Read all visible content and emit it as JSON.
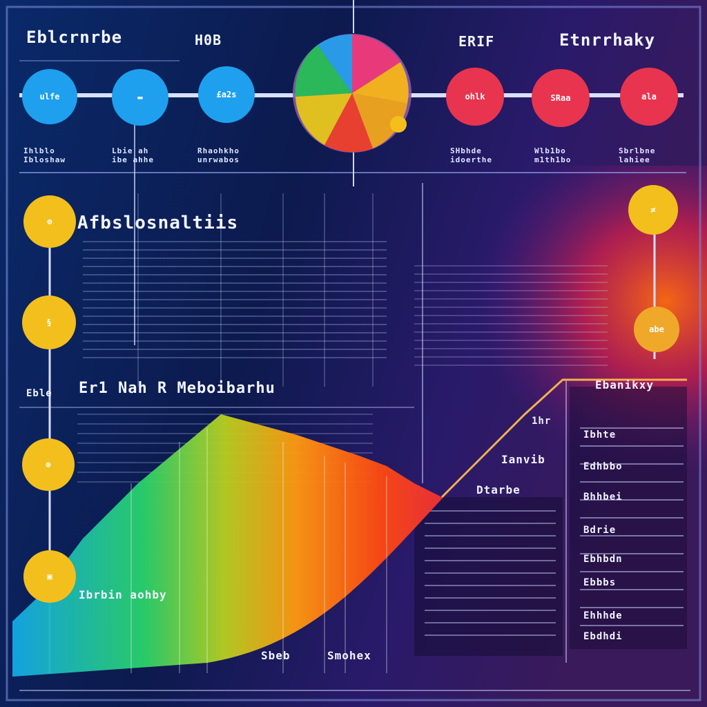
{
  "header": {
    "title_left": "Eblcrnrbe",
    "title_hub": "H0B",
    "title_right_1": "ERIF",
    "title_right_2": "Etnrrhaky"
  },
  "timeline": {
    "blue_nodes": [
      {
        "glyph": "ulfe",
        "caption": "Ihlblo\nIbloshaw"
      },
      {
        "glyph": "▬",
        "caption": "Lbie ah\nibe ahhe"
      },
      {
        "glyph": "£a2s",
        "caption": "Rhaohkho\nunrwabos"
      }
    ],
    "red_nodes": [
      {
        "glyph": "ohlk",
        "caption": "SHbhde\nidoerthe"
      },
      {
        "glyph": "SRaa",
        "caption": "Wlb1bo\nm1th1bo"
      },
      {
        "glyph": "ala",
        "caption": "Sbrlbne\nlahiee"
      }
    ]
  },
  "sidebar": {
    "nodes": [
      "⊕",
      "§",
      "⊗",
      "▣"
    ],
    "label": "Eble"
  },
  "main": {
    "heading": "Afbslosnaltiis",
    "subheading": "Er1 Nah R Meboibarhu",
    "curve_label": "Ibrbin aohby",
    "footer_1": "Sbeb",
    "footer_2": "Smohex"
  },
  "right": {
    "gold_node_1": "≠",
    "gold_node_2": "abe",
    "label_rm": "1hr",
    "label_rm2": "Ianvib",
    "label_rm3": "Dtarbe",
    "panel_title": "Ebanikxy",
    "panel_items": [
      "Ibhte",
      "Edhbbo",
      "Bhhbei",
      "Bdrie",
      "Ebhbdn",
      "Ebbbs",
      "Ehhhde",
      "Ebdhdi"
    ]
  },
  "colors": {
    "blue_node": "#1ea0ee",
    "red_node": "#e8344f",
    "gold_node": "#f3bf1d",
    "background": "#0a1030"
  }
}
